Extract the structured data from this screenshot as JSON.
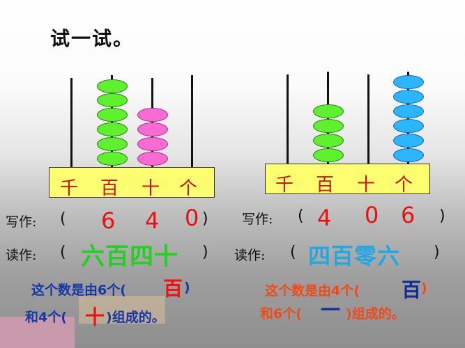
{
  "title": "试一试。",
  "place_labels": [
    "千",
    "百",
    "十",
    "个"
  ],
  "left_example": {
    "beads": {
      "thousands": 0,
      "hundreds": 6,
      "tens": 4,
      "ones": 0
    },
    "bead_colors": {
      "hundreds": "#5ef22e",
      "tens": "#f76bd2"
    },
    "write_label": "写作:",
    "write_open": "(",
    "write_close": ")",
    "digits": [
      "6",
      "4",
      "0"
    ],
    "read_label": "读作:",
    "read_open": "(",
    "read_close": ")",
    "read_value": "六百四十",
    "sentence_line1_prefix": "这个数是由6个",
    "sentence_line1_open": "(",
    "sentence_line1_answer": "百",
    "sentence_line1_close": ")",
    "sentence_line2_prefix": "和4个",
    "sentence_line2_open": "(",
    "sentence_line2_answer": "十",
    "sentence_line2_close": ")",
    "sentence_line2_suffix": "组成的。"
  },
  "right_example": {
    "beads": {
      "thousands": 0,
      "hundreds": 4,
      "tens": 0,
      "ones": 6
    },
    "bead_colors": {
      "hundreds": "#5ef22e",
      "ones": "#2cb6ff"
    },
    "write_label": "写作:",
    "write_open": "(",
    "write_close": ")",
    "digits": [
      "4",
      "0",
      "6"
    ],
    "read_label": "读作:",
    "read_open": "(",
    "read_close": ")",
    "read_value": "四百零六",
    "sentence_line1_prefix": "这个数是由4个",
    "sentence_line1_open": "(",
    "sentence_line1_answer": "百",
    "sentence_line1_close": ")",
    "sentence_line2_prefix": "和6个",
    "sentence_line2_open": "(",
    "sentence_line2_answer": "一",
    "sentence_line2_close": ")",
    "sentence_line2_suffix": "组成的。"
  }
}
